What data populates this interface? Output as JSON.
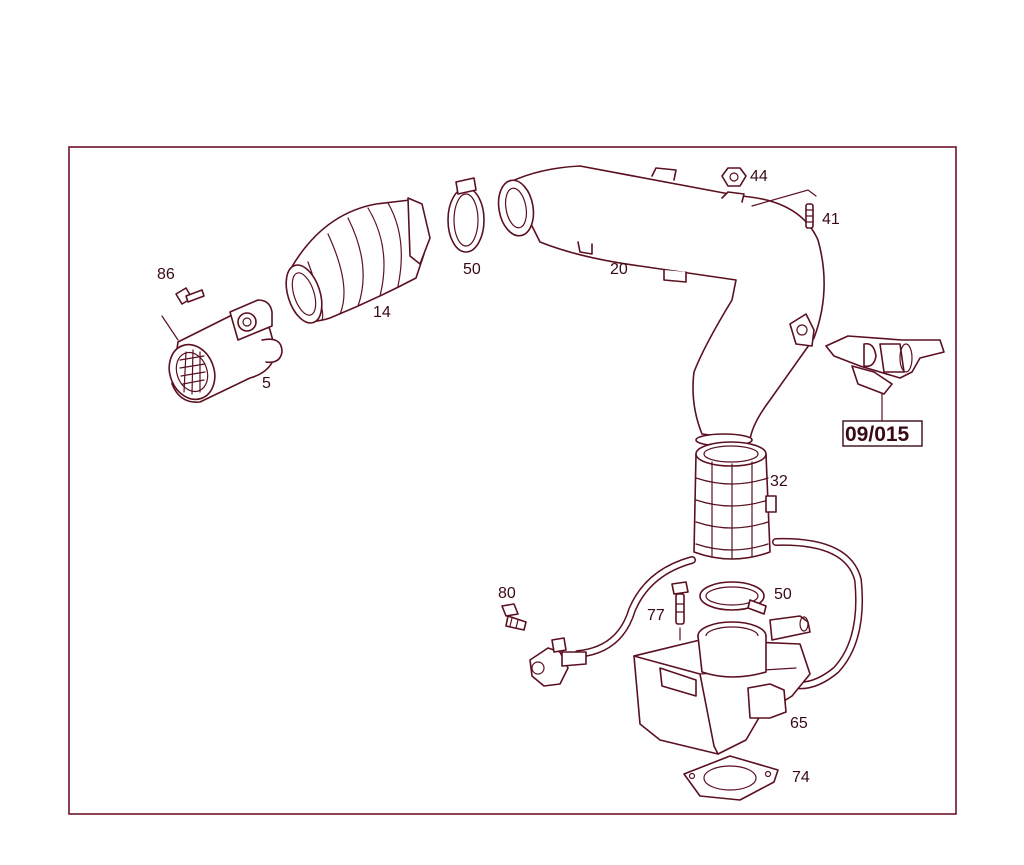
{
  "diagram": {
    "labels": {
      "p5": "5",
      "p14": "14",
      "p20": "20",
      "p32": "32",
      "p41": "41",
      "p44": "44",
      "p50a": "50",
      "p50b": "50",
      "p65": "65",
      "p74": "74",
      "p77": "77",
      "p80": "80",
      "p86": "86"
    },
    "reference": "09/015"
  }
}
